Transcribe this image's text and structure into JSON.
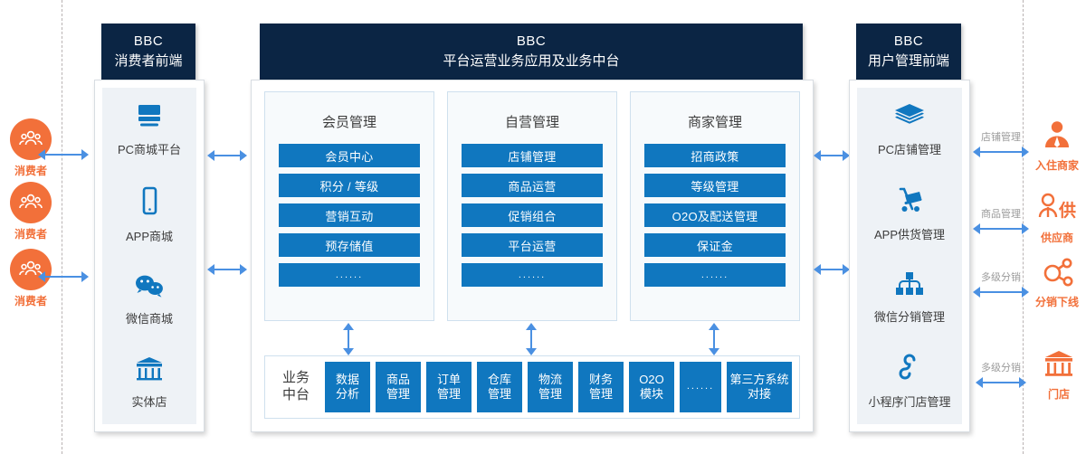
{
  "left_actors": [
    {
      "label": "消费者",
      "icon": "consumers-group-icon"
    },
    {
      "label": "消费者",
      "icon": "consumers-group-icon"
    },
    {
      "label": "消费者",
      "icon": "consumers-group-icon"
    }
  ],
  "left_column": {
    "header_line1": "BBC",
    "header_line2": "消费者前端",
    "items": [
      {
        "label": "PC商城平台",
        "icon": "desktop-store-icon"
      },
      {
        "label": "APP商城",
        "icon": "mobile-phone-icon"
      },
      {
        "label": "微信商城",
        "icon": "wechat-icon"
      },
      {
        "label": "实体店",
        "icon": "storefront-icon"
      }
    ]
  },
  "center": {
    "header_line1": "BBC",
    "header_line2": "平台运营业务应用及业务中台",
    "cards": [
      {
        "title": "会员管理",
        "items": [
          "会员中心",
          "积分 / 等级",
          "营销互动",
          "预存储值",
          "......"
        ]
      },
      {
        "title": "自营管理",
        "items": [
          "店铺管理",
          "商品运营",
          "促销组合",
          "平台运营",
          "......"
        ]
      },
      {
        "title": "商家管理",
        "items": [
          "招商政策",
          "等级管理",
          "O2O及配送管理",
          "保证金",
          "......"
        ]
      }
    ],
    "midrow": {
      "label_line1": "业务",
      "label_line2": "中台",
      "modules": [
        {
          "l1": "数据",
          "l2": "分析"
        },
        {
          "l1": "商品",
          "l2": "管理"
        },
        {
          "l1": "订单",
          "l2": "管理"
        },
        {
          "l1": "仓库",
          "l2": "管理"
        },
        {
          "l1": "物流",
          "l2": "管理"
        },
        {
          "l1": "财务",
          "l2": "管理"
        },
        {
          "l1": "O2O",
          "l2": "模块"
        },
        {
          "l1": "......",
          "l2": ""
        },
        {
          "l1": "第三方系统",
          "l2": "对接"
        }
      ]
    }
  },
  "right_column": {
    "header_line1": "BBC",
    "header_line2": "用户管理前端",
    "items": [
      {
        "label": "PC店铺管理",
        "icon": "layers-icon"
      },
      {
        "label": "APP供货管理",
        "icon": "hand-truck-icon"
      },
      {
        "label": "微信分销管理",
        "icon": "org-chart-icon"
      },
      {
        "label": "小程序门店管理",
        "icon": "mini-program-icon"
      }
    ]
  },
  "right_actors": [
    {
      "label": "入住商家",
      "relation": "店铺管理",
      "icon": "merchant-person-icon"
    },
    {
      "label": "供应商",
      "relation": "商品管理",
      "icon": "supplier-icon"
    },
    {
      "label": "分销下线",
      "relation": "多级分销",
      "icon": "share-network-icon"
    },
    {
      "label": "门店",
      "relation": "多级分销",
      "icon": "shop-icon"
    }
  ],
  "colors": {
    "navy": "#0b2544",
    "blue": "#1077bf",
    "arrow_blue": "#4a90e2",
    "orange": "#f2703a",
    "panel_bg": "#eef2f6",
    "relation_gray": "#9a9a9a"
  }
}
